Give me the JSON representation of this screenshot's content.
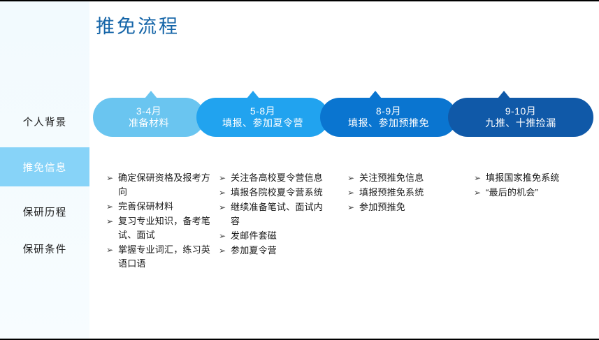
{
  "slide": {
    "title": "推免流程",
    "title_color": "#1565a8",
    "background": "#ffffff"
  },
  "sidebar": {
    "background": "#f4fbfe",
    "active_background": "#87d3f8",
    "items": [
      {
        "label": "个人背景",
        "active": false
      },
      {
        "label": "推免信息",
        "active": true
      },
      {
        "label": "保研历程",
        "active": false
      },
      {
        "label": "保研条件",
        "active": false
      }
    ]
  },
  "timeline": {
    "bullet_glyph": "➢",
    "segments": [
      {
        "months": "3-4月",
        "desc": "准备材料",
        "color": "#6ac5f0",
        "items": [
          "确定保研资格及报考方向",
          "完善保研材料",
          "复习专业知识，备考笔试、面试",
          "掌握专业词汇，练习英语口语"
        ]
      },
      {
        "months": "5-8月",
        "desc": "填报、参加夏令营",
        "color": "#21a3ef",
        "items": [
          "关注各高校夏令营信息",
          "填报各院校夏令营系统",
          "继续准备笔试、面试内容",
          "发邮件套磁",
          "参加夏令营"
        ]
      },
      {
        "months": "8-9月",
        "desc": "填报、参加预推免",
        "color": "#0a75d0",
        "items": [
          "关注预推免信息",
          "填报预推免系统",
          "参加预推免"
        ]
      },
      {
        "months": "9-10月",
        "desc": "九推、十推捡漏",
        "color": "#1059a8",
        "items": [
          "填报国家推免系统",
          "“最后的机会”"
        ]
      }
    ]
  }
}
